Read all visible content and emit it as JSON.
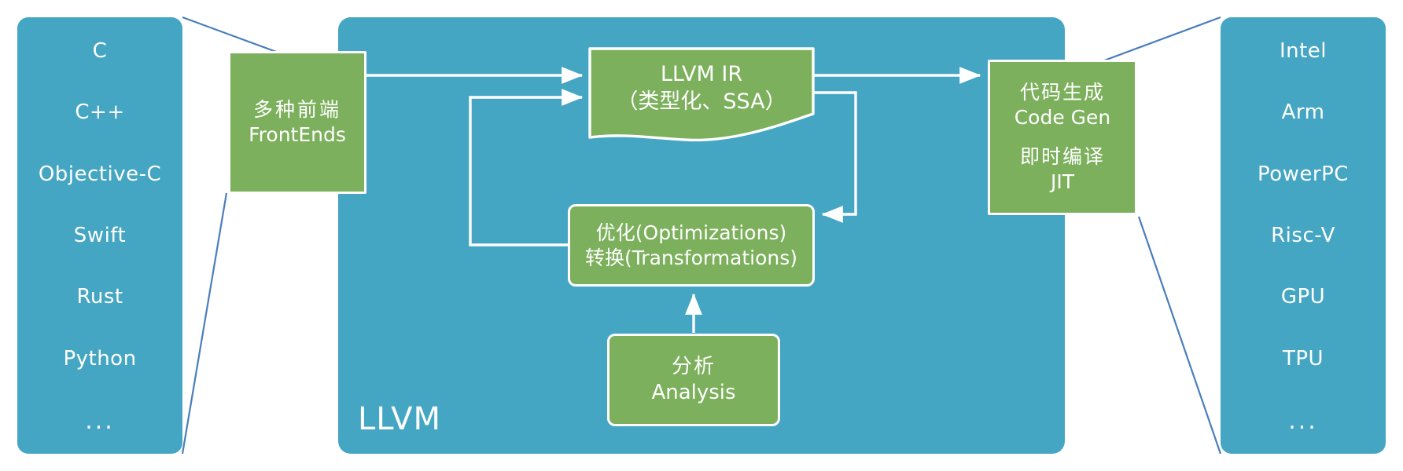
{
  "diagram": {
    "title": "LLVM",
    "colors": {
      "panel_blue": "#45a6c4",
      "box_green": "#7cb05c",
      "text_white": "#ffffff",
      "connector_blue": "#4a7ebb"
    }
  },
  "left_column": {
    "name": "source-languages",
    "items": [
      {
        "label": "C"
      },
      {
        "label": "C++"
      },
      {
        "label": "Objective-C"
      },
      {
        "label": "Swift"
      },
      {
        "label": "Rust"
      },
      {
        "label": "Python"
      },
      {
        "label": "..."
      }
    ]
  },
  "right_column": {
    "name": "target-architectures",
    "items": [
      {
        "label": "Intel"
      },
      {
        "label": "Arm"
      },
      {
        "label": "PowerPC"
      },
      {
        "label": "Risc-V"
      },
      {
        "label": "GPU"
      },
      {
        "label": "TPU"
      },
      {
        "label": "..."
      }
    ]
  },
  "panel": {
    "label": "LLVM"
  },
  "boxes": {
    "frontends": {
      "line1": "多种前端",
      "line2": "FrontEnds"
    },
    "ir": {
      "line1": "LLVM IR",
      "line2": "（类型化、SSA）"
    },
    "optimizations": {
      "line1": "优化(Optimizations)",
      "line2": "转换(Transformations)"
    },
    "analysis": {
      "line1": "分析",
      "line2": "Analysis"
    },
    "codegen": {
      "line1": "代码生成",
      "line2": "Code Gen",
      "line3": "即时编译",
      "line4": "JIT"
    }
  }
}
